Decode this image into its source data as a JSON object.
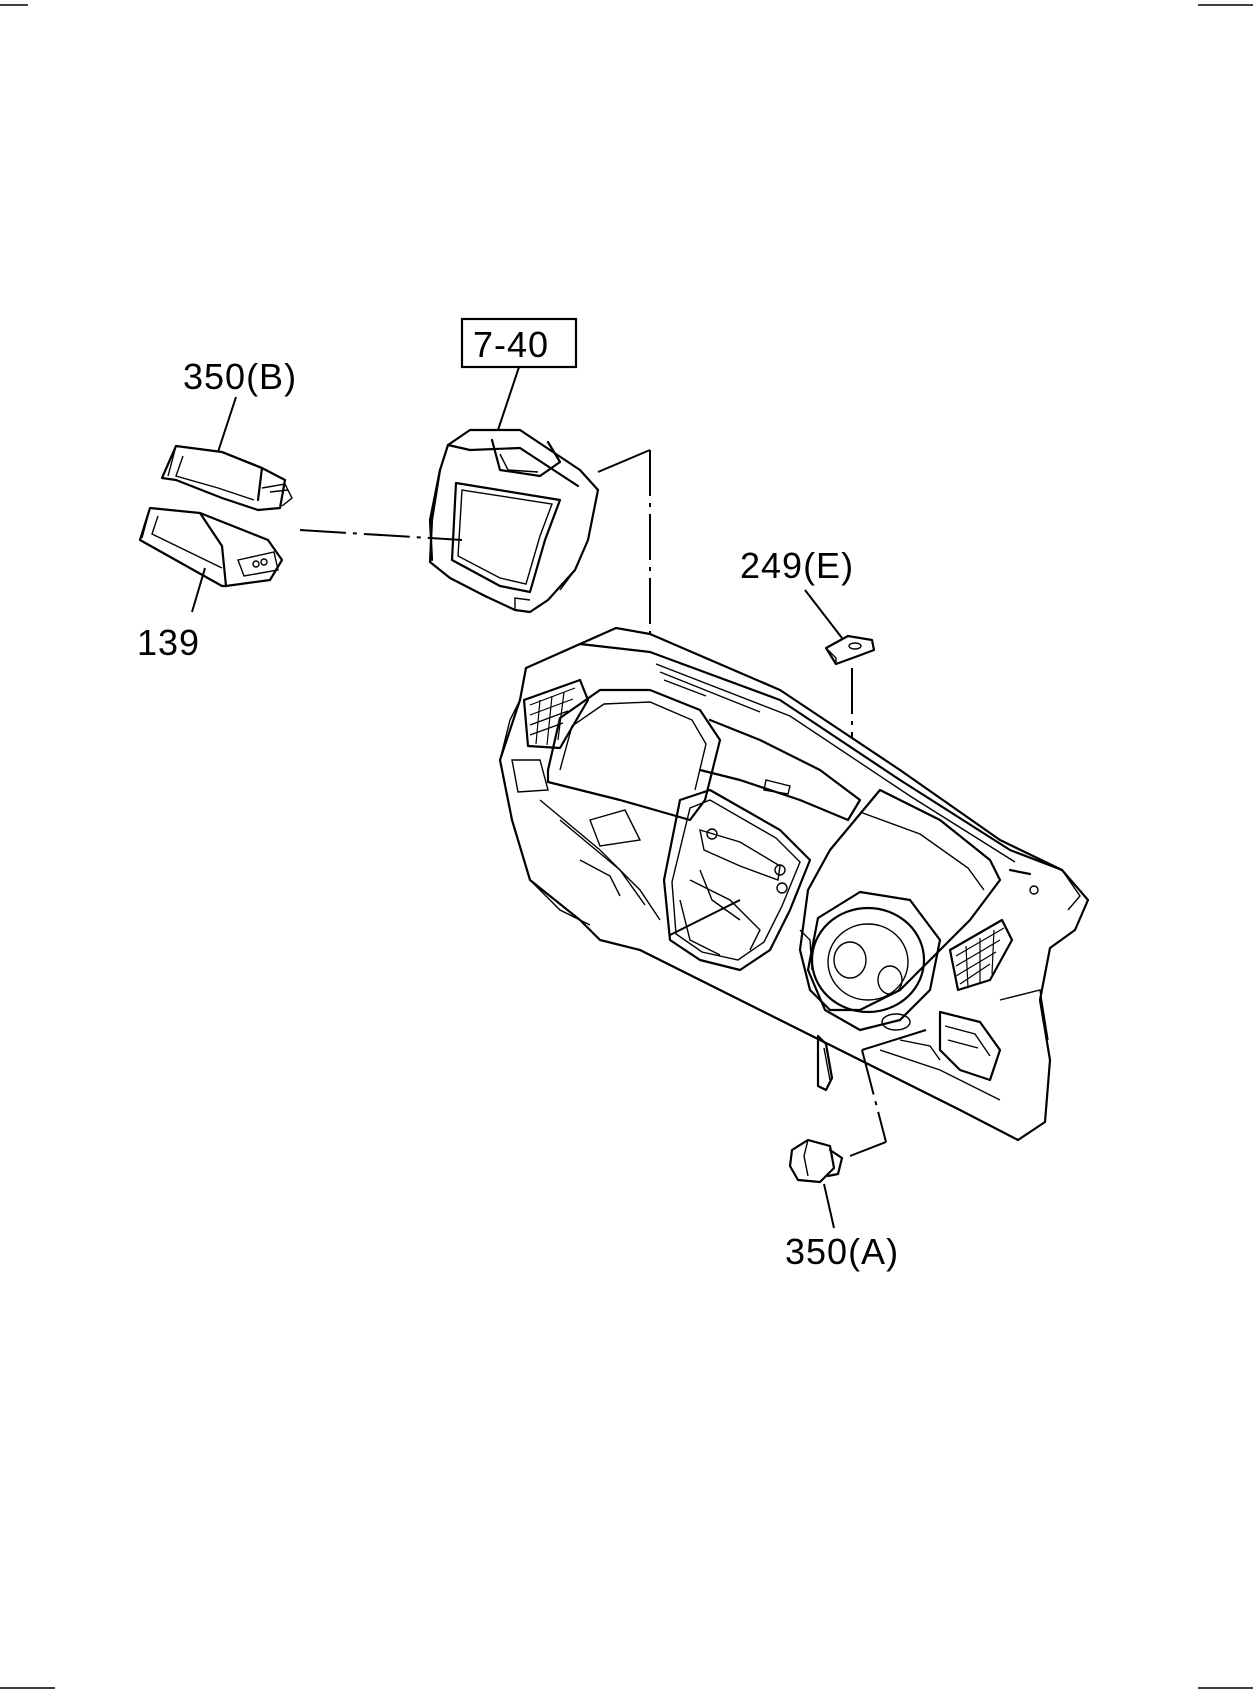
{
  "callouts": {
    "ref_box": "7-40",
    "item_350b": "350(B)",
    "item_139": "139",
    "item_249e": "249(E)",
    "item_350a": "350(A)"
  }
}
